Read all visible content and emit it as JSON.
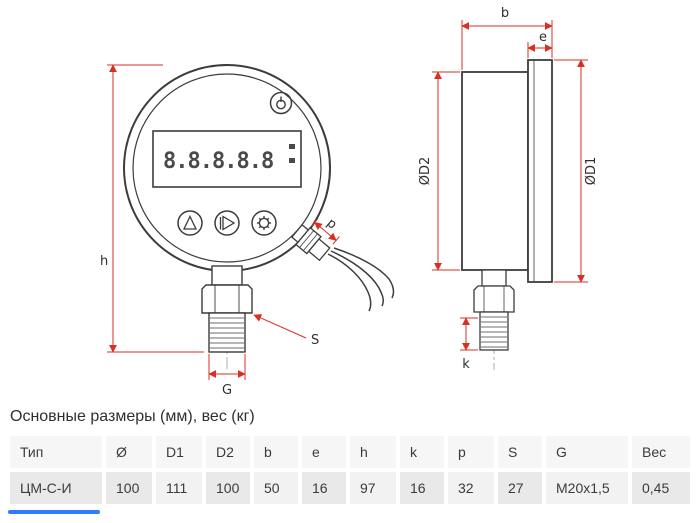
{
  "drawing": {
    "display_value": "8.8.8.8.8",
    "labels": {
      "h": "h",
      "g": "G",
      "s": "S",
      "p": "p",
      "b": "b",
      "e": "e",
      "d1": "ØD1",
      "d2": "ØD2",
      "k": "k"
    },
    "colors": {
      "dimension_red": "#d93025",
      "line": "#3c3c3c"
    }
  },
  "section": {
    "caption": "Основные размеры (мм), вес (кг)"
  },
  "table": {
    "headers": [
      "Тип",
      "Ø",
      "D1",
      "D2",
      "b",
      "e",
      "h",
      "k",
      "p",
      "S",
      "G",
      "Вес"
    ],
    "rows": [
      [
        "ЦМ-С-И",
        "100",
        "111",
        "100",
        "50",
        "16",
        "97",
        "16",
        "32",
        "27",
        "M20x1,5",
        "0,45"
      ]
    ]
  }
}
